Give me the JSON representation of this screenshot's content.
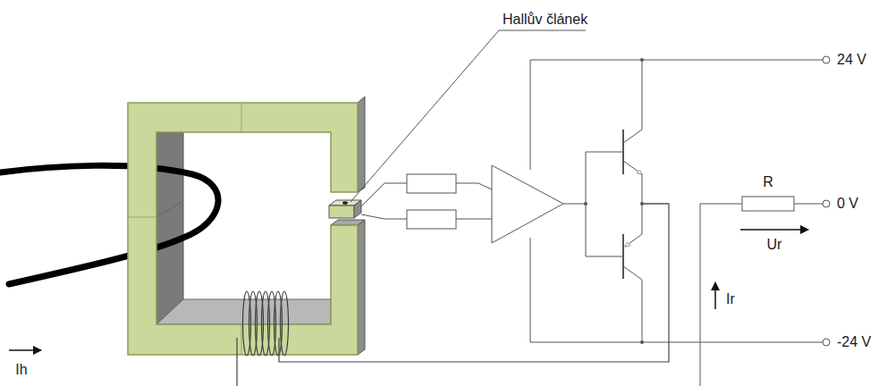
{
  "diagram": {
    "labels": [
      "Hallův článek",
      "24 V",
      "0 V",
      "-24 V",
      "R",
      "Ur",
      "Ih",
      "Ir"
    ]
  }
}
